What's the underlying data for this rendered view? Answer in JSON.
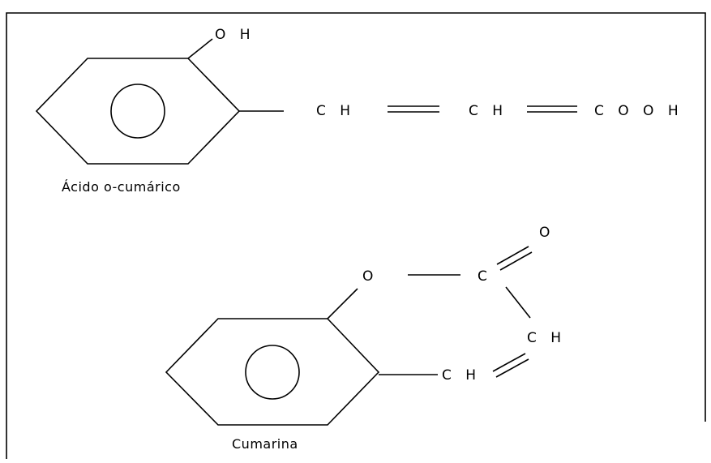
{
  "colors": {
    "background": "#ffffff",
    "ink": "#000000"
  },
  "molecules": {
    "o_coumaric_acid": {
      "caption": "Ácido o-cumárico",
      "atoms": {
        "hydroxyl": "O H",
        "ch_first": "C H",
        "ch_second": "C H",
        "carboxyl": "C O O H"
      }
    },
    "coumarin": {
      "caption": "Cumarina",
      "atoms": {
        "ring_oxygen": "O",
        "carbonyl_carbon": "C",
        "carbonyl_oxygen": "O",
        "ch_upper": "C H",
        "ch_lower": "C H"
      }
    }
  }
}
